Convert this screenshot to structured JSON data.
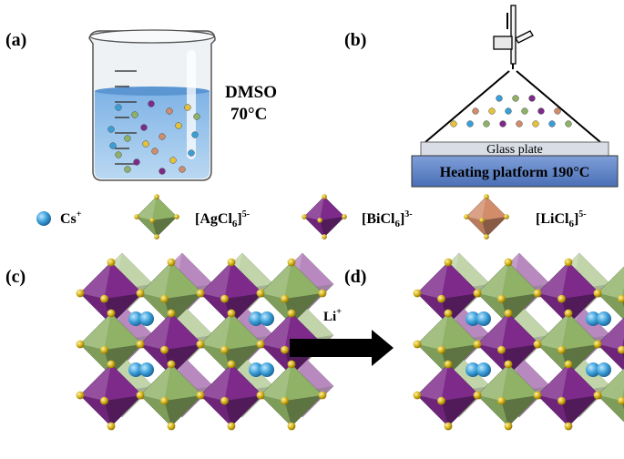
{
  "panels": {
    "a": "(a)",
    "b": "(b)",
    "c": "(c)",
    "d": "(d)"
  },
  "solvent": {
    "name": "DMSO",
    "temperature": "70°C"
  },
  "spray": {
    "plate_label": "Glass plate",
    "platform_label": "Heating platform 190°C"
  },
  "legend": [
    {
      "key": "cs",
      "label": "Cs",
      "sup": "+",
      "color": "#3a9fd8"
    },
    {
      "key": "ag",
      "label": "[AgCl",
      "sub": "6",
      "close": "]",
      "sup": "5-",
      "color": "#8fb266"
    },
    {
      "key": "bi",
      "label": "[BiCl",
      "sub": "6",
      "close": "]",
      "sup": "3-",
      "color": "#7d2a8a"
    },
    {
      "key": "li",
      "label": "[LiCl",
      "sub": "6",
      "close": "]",
      "sup": "5-",
      "color": "#d18c6a"
    }
  ],
  "transform": {
    "label": "Li",
    "sup": "+"
  },
  "colors": {
    "cs": "#3a9fd8",
    "ag": "#8fb266",
    "bi": "#7d2a8a",
    "li": "#d18c6a",
    "cl": "#d4b21a",
    "platform": "#5b7fc0",
    "plate": "#d9dde6",
    "arrow": "#000000"
  },
  "particle_colors": [
    "#3a9fd8",
    "#8fb266",
    "#7d2a8a",
    "#d18c6a",
    "#e6c23a"
  ]
}
